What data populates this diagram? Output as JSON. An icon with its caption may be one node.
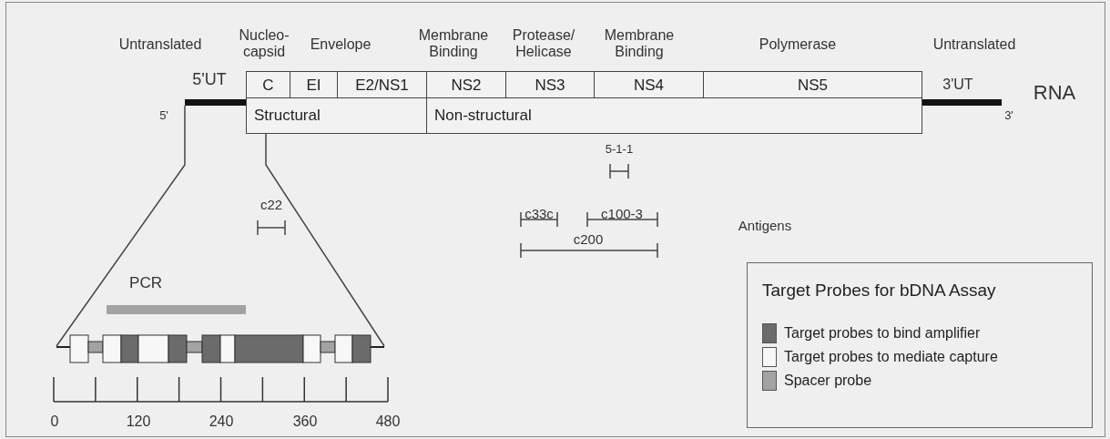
{
  "diagram": {
    "nodes": [
      {
        "text": [
          "C"
        ]
      },
      {
        "text": [
          "EI"
        ]
      },
      {
        "text": [
          "E2/NS1"
        ]
      },
      {
        "text": [
          "NS2"
        ]
      },
      {
        "text": [
          "NS3"
        ]
      },
      {
        "text": [
          "NS4"
        ]
      },
      {
        "text": [
          "NS5"
        ]
      },
      {
        "text": [
          "Structural"
        ]
      },
      {
        "text": [
          "Non-structural"
        ]
      },
      {
        "text": [
          "Target Probes for bDNA Assay"
        ]
      }
    ],
    "edges": [],
    "labels": [
      "Untranslated",
      "Nucleo- capsid",
      "Envelope",
      "Membrane Binding",
      "Protease/ Helicase",
      "Membrane Binding",
      "Polymerase",
      "Untranslated",
      "5'UT",
      "3'UT",
      "RNA",
      "5'",
      "3'",
      "5-1-1",
      "c22",
      "c33c",
      "c100-3",
      "Antigens",
      "c200",
      "PCR",
      "0",
      "120",
      "240",
      "360",
      "480"
    ],
    "legend": [
      {
        "text": "Target probes to bind amplifier",
        "color": "#6b6b6b"
      },
      {
        "text": "Target probes to mediate capture",
        "color": "#f7f7f7"
      },
      {
        "text": "Spacer probe",
        "color": "#a3a3a3"
      }
    ]
  }
}
